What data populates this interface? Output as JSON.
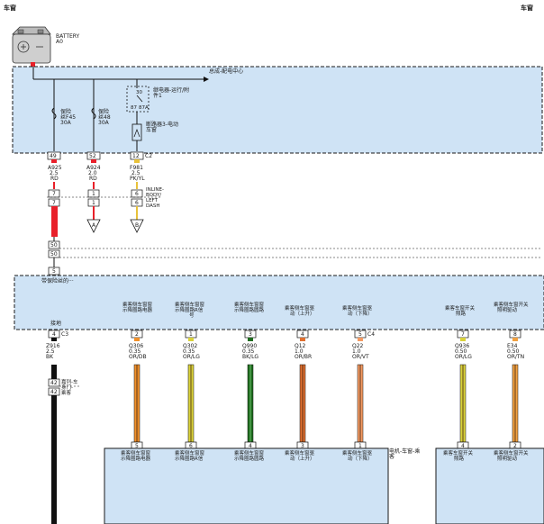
{
  "header": {
    "left": "车窗",
    "right": "车窗"
  },
  "battery": {
    "label": "BATTERY",
    "sub": "A0"
  },
  "distribution_center": {
    "title": "总成-配电中心",
    "fuses": [
      {
        "line1": "保险",
        "line2": "丝F45",
        "rating": "30A"
      },
      {
        "line1": "保险",
        "line2": "丝48",
        "rating": "30A"
      }
    ],
    "relay": {
      "line1": "继电器-运行/附",
      "line2": "件1",
      "pin_top": "30",
      "pin_mid": "87",
      "pin_mid2": "87A"
    },
    "breaker": {
      "line1": "断路器3-电动",
      "line2": "车窗"
    }
  },
  "connector_c2": "C2",
  "wires_top": [
    {
      "pin": "49",
      "code": "A925",
      "gauge": "2.5",
      "color": "RD"
    },
    {
      "pin": "52",
      "code": "A924",
      "gauge": "2.0",
      "color": "RD"
    },
    {
      "pin": "12",
      "code": "F981",
      "gauge": "2.5",
      "color": "PK/YL"
    }
  ],
  "inline": {
    "pin_a": "7",
    "pin_b": "1",
    "pin_c": "6",
    "line1": "INLINE-",
    "line2": "BODY/",
    "line3": "LEFT",
    "line4": "DASH"
  },
  "pins_mid": {
    "p7b": "7",
    "p1b": "1",
    "p6b": "6"
  },
  "offpage": {
    "a": "A",
    "b": "B"
  },
  "splice_pins": [
    "50",
    "50",
    "5"
  ],
  "fused_module_title": "带保险丝的···",
  "ground_label": "接地",
  "connector_c3": "C3",
  "connector_c4": "C4",
  "module_functions": [
    {
      "line1": "乘客侧车窗窗",
      "line2": "示降圈路电器"
    },
    {
      "line1": "乘客侧车窗窗",
      "line2": "示降圈路R信",
      "line3": "号"
    },
    {
      "line1": "乘客侧车窗窗",
      "line2": "示降圈路圆路"
    },
    {
      "line1": "乘客侧车窗驱",
      "line2": "动（上升）"
    },
    {
      "line1": "乘客侧车窗驱",
      "line2": "动（下降）"
    },
    {
      "line1": "乘客车窗开关",
      "line2": "照路"
    },
    {
      "line1": "乘客侧车窗开关",
      "line2": "照明驱动"
    }
  ],
  "wires_bottom": [
    {
      "pin": "4",
      "code": "Z916",
      "gauge": "2.5",
      "color": "BK"
    },
    {
      "pin": "2",
      "code": "Q306",
      "gauge": "0.35",
      "color": "OR/DB"
    },
    {
      "pin": "1",
      "code": "Q302",
      "gauge": "0.35",
      "color": "OR/LG"
    },
    {
      "pin": "3",
      "code": "Q990",
      "gauge": "0.35",
      "color": "BK/LG"
    },
    {
      "pin": "4",
      "code": "Q12",
      "gauge": "1.0",
      "color": "OR/BR"
    },
    {
      "pin": "5",
      "code": "Q22",
      "gauge": "1.0",
      "color": "OR/VT"
    },
    {
      "pin": "7",
      "code": "Q936",
      "gauge": "0.50",
      "color": "OR/LG"
    },
    {
      "pin": "8",
      "code": "E34",
      "gauge": "0.50",
      "color": "OR/TN"
    }
  ],
  "ground_inline": {
    "pin_a": "42",
    "pin_b": "42",
    "line1": "嘉列-车",
    "line2": "身门-",
    "line3": "乘客"
  },
  "motor_module": {
    "title_line1": "电机-车窗-乘",
    "title_line2": "客",
    "pins": [
      "5",
      "6",
      "4",
      "3",
      "1"
    ]
  },
  "switch_module": {
    "pins": [
      "4",
      "2"
    ]
  },
  "wire_colors": {
    "RD": "#e8202a",
    "PK/YL": "#e8c23a",
    "BK": "#111111",
    "OR/DB": "#f0902a",
    "OR/LG": "#d9d13a",
    "BK/LG": "#1e6b1e",
    "OR/BR": "#e07030",
    "OR/VT": "#f49a62",
    "OR/TN": "#f0a040"
  },
  "panel_fill": "#cfe3f5"
}
